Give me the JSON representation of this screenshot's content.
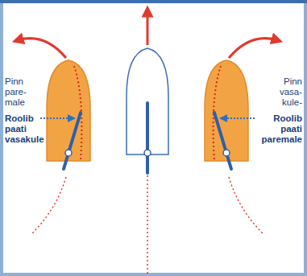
{
  "diagram": {
    "labels": [
      "Pinn pare- male",
      "Roolib paati vasakule",
      "Pinn vasa- kule-",
      "Roolib paati paremale"
    ]
  }
}
